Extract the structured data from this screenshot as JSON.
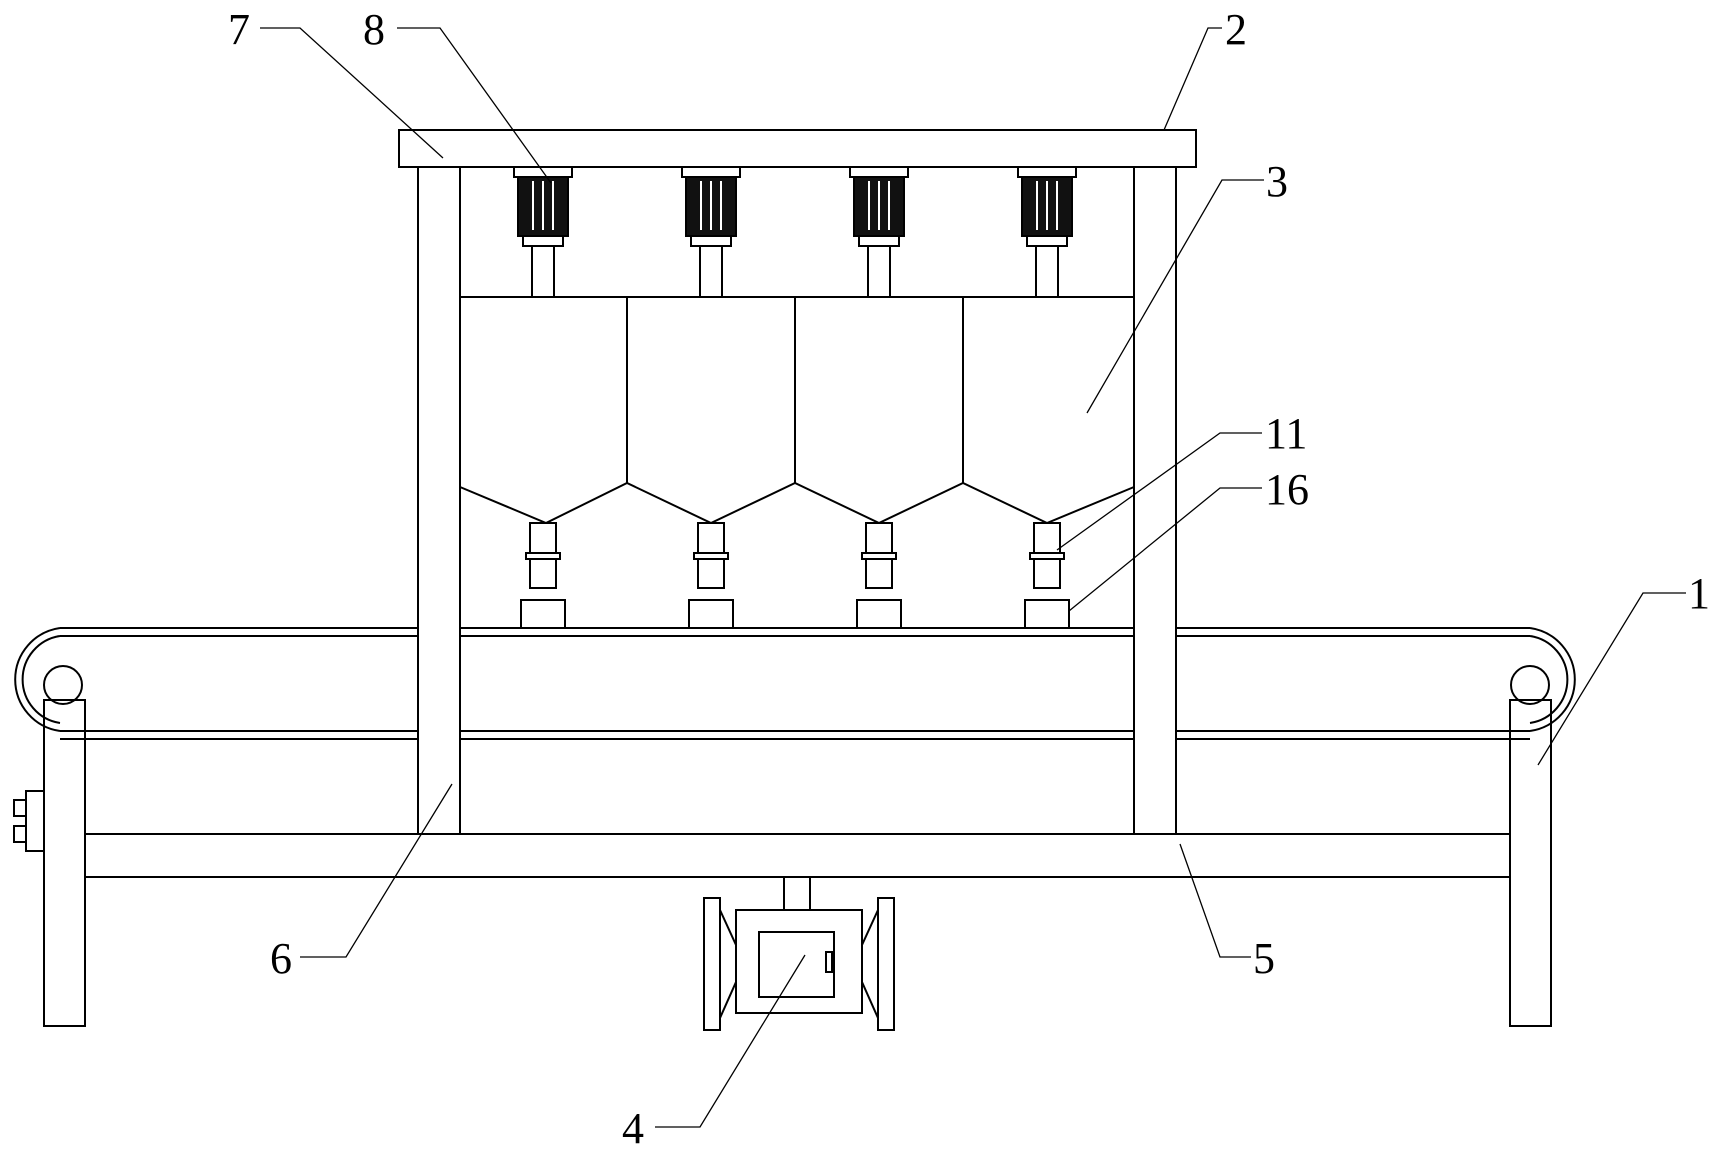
{
  "diagram": {
    "callouts": [
      {
        "id": "c1",
        "label": "1"
      },
      {
        "id": "c2",
        "label": "2"
      },
      {
        "id": "c3",
        "label": "3"
      },
      {
        "id": "c4",
        "label": "4"
      },
      {
        "id": "c5",
        "label": "5"
      },
      {
        "id": "c6",
        "label": "6"
      },
      {
        "id": "c7",
        "label": "7"
      },
      {
        "id": "c8",
        "label": "8"
      },
      {
        "id": "c11",
        "label": "11"
      },
      {
        "id": "c16",
        "label": "16"
      }
    ],
    "stations": 4,
    "colors": {
      "line": "#000000",
      "background": "#ffffff"
    }
  }
}
